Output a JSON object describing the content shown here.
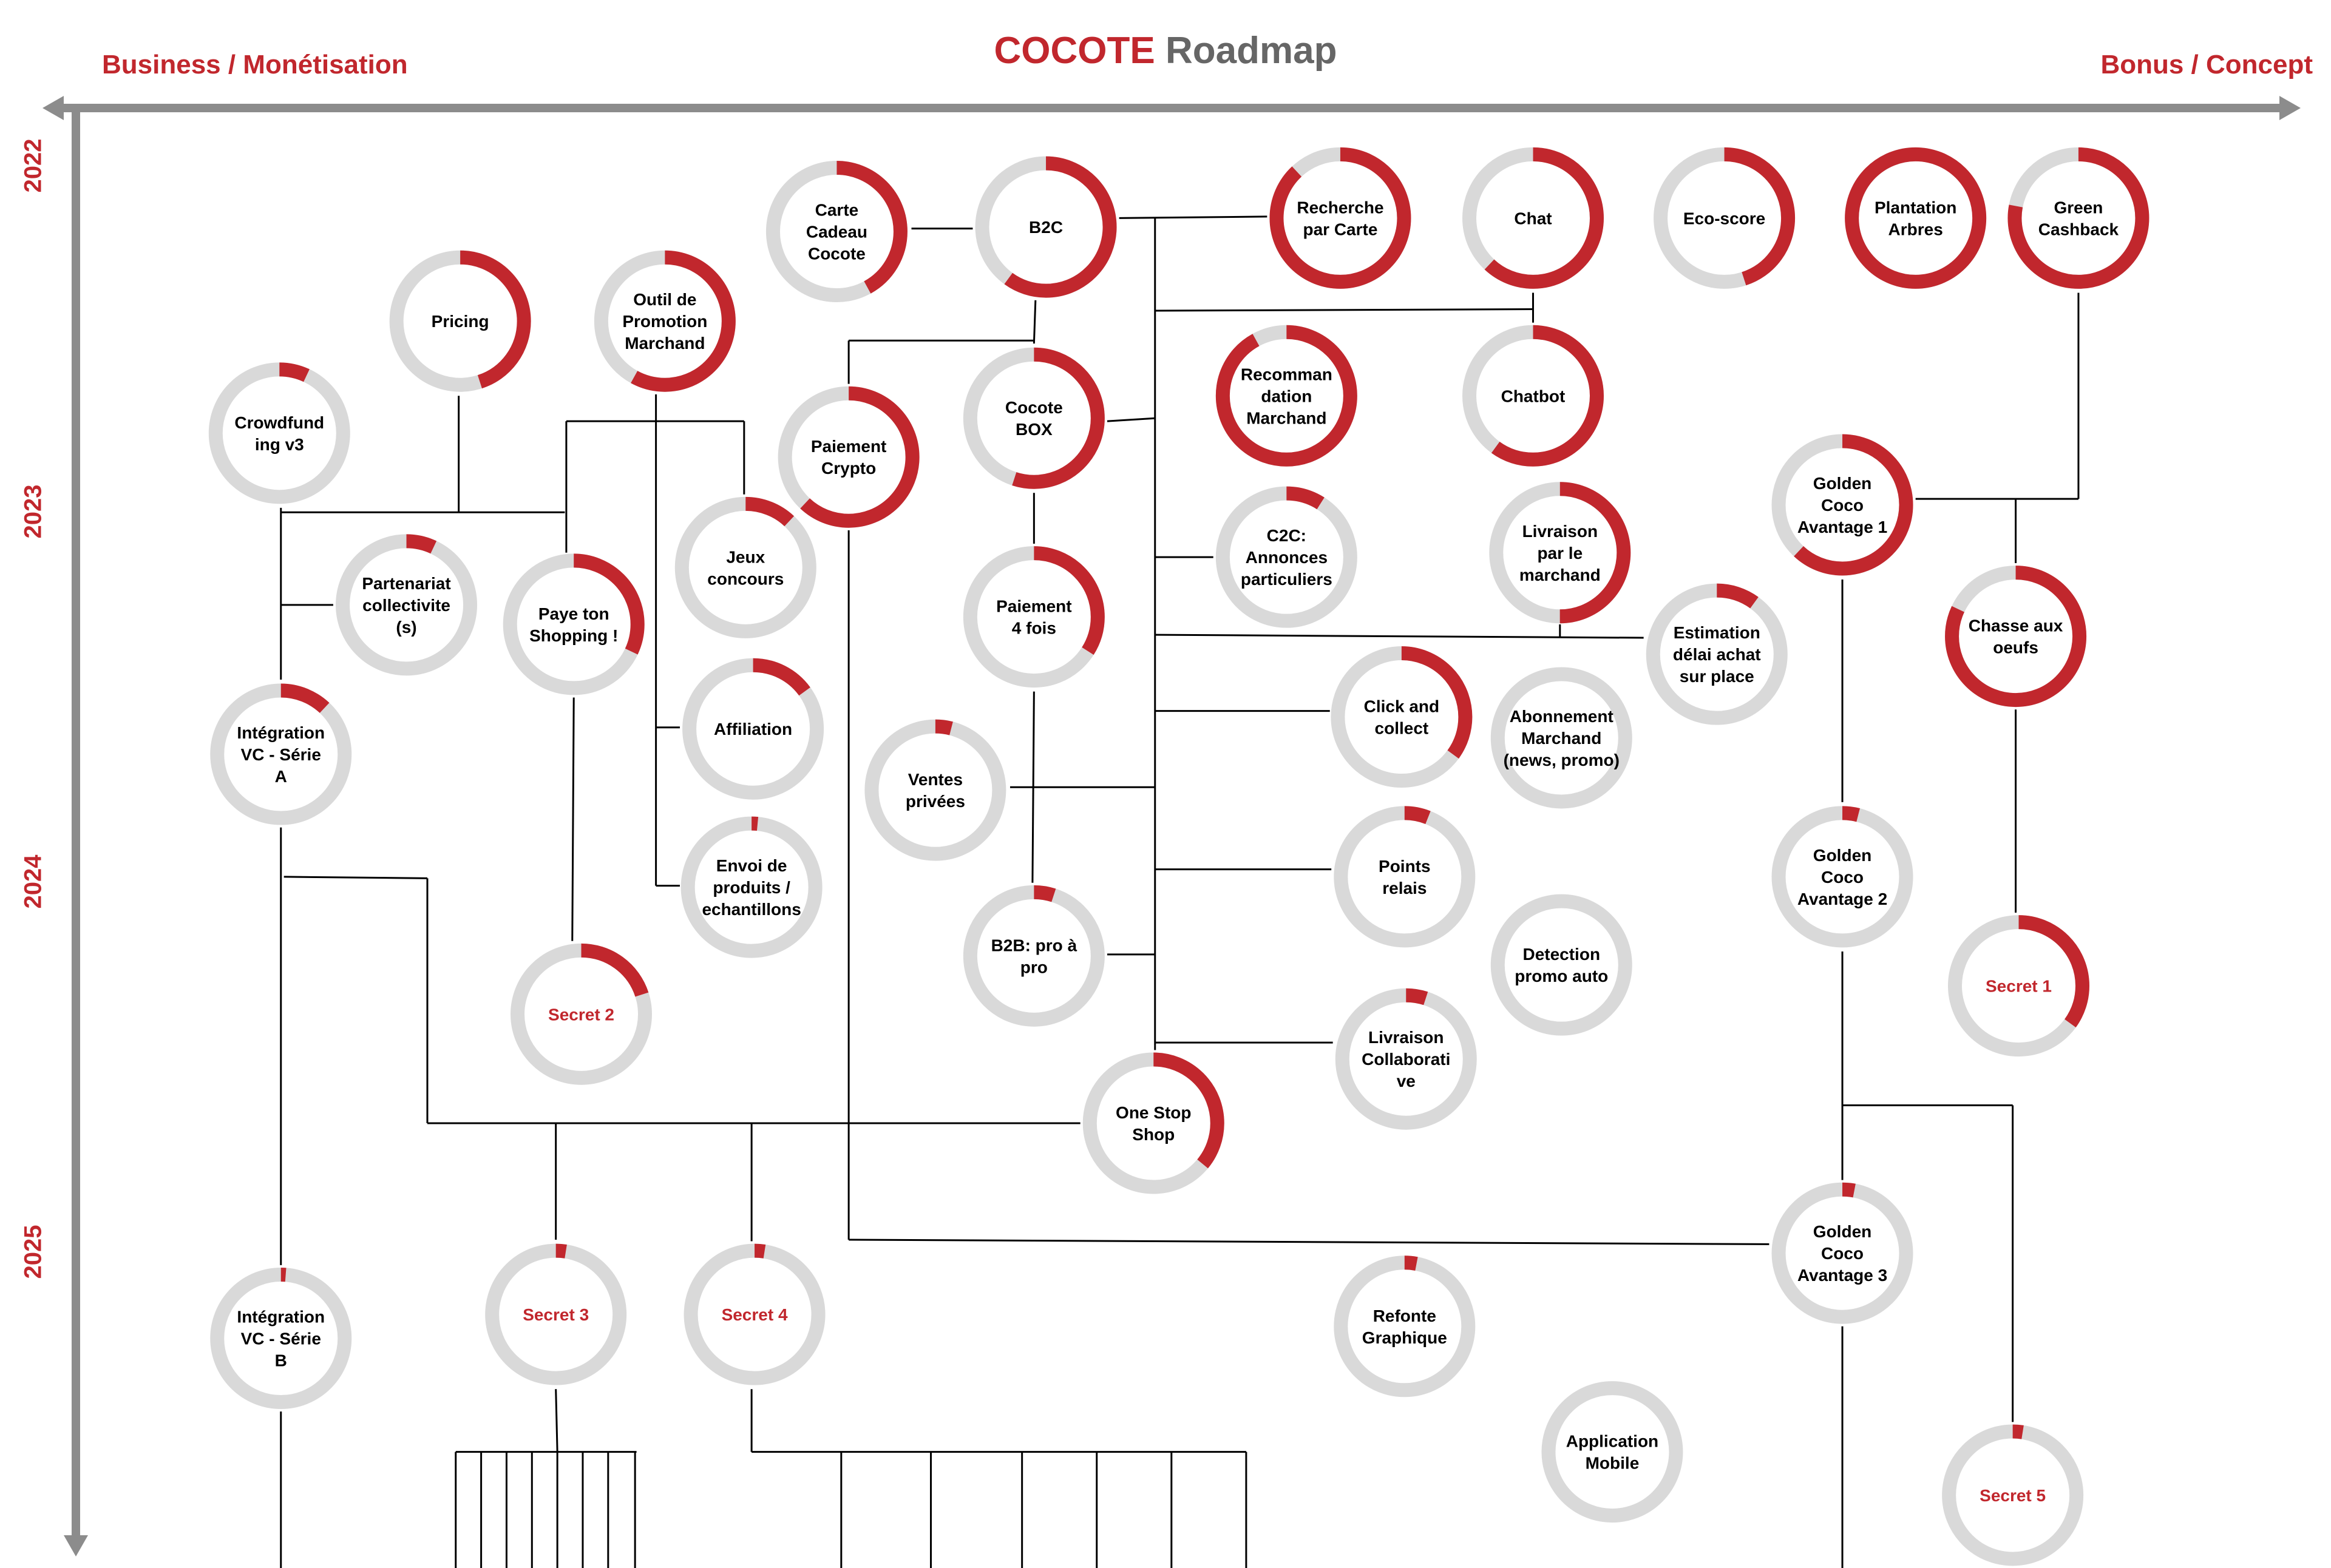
{
  "title": {
    "brand": "COCOTE",
    "rest": "Roadmap"
  },
  "axes": {
    "left_label": "Business / Monétisation",
    "right_label": "Bonus / Concept",
    "years": [
      "2022",
      "2023",
      "2024",
      "2025"
    ]
  },
  "colors": {
    "accent": "#c1272d",
    "track": "#d9d9d9",
    "axis": "#8c8c8c",
    "line": "#000000",
    "text": "#000000"
  },
  "nodes": [
    {
      "id": "carte-cadeau",
      "lines": [
        "Carte",
        "Cadeau",
        "Cocote"
      ],
      "progress": 0.42
    },
    {
      "id": "b2c",
      "lines": [
        "B2C"
      ],
      "progress": 0.6
    },
    {
      "id": "recherche-carte",
      "lines": [
        "Recherche",
        "par Carte"
      ],
      "progress": 0.88
    },
    {
      "id": "chat",
      "lines": [
        "Chat"
      ],
      "progress": 0.62
    },
    {
      "id": "eco-score",
      "lines": [
        "Eco-score"
      ],
      "progress": 0.45
    },
    {
      "id": "plantation-arbres",
      "lines": [
        "Plantation",
        "Arbres"
      ],
      "progress": 1.0
    },
    {
      "id": "green-cashback",
      "lines": [
        "Green",
        "Cashback"
      ],
      "progress": 0.78
    },
    {
      "id": "pricing",
      "lines": [
        "Pricing"
      ],
      "progress": 0.45
    },
    {
      "id": "outil-promotion",
      "lines": [
        "Outil de",
        "Promotion",
        "Marchand"
      ],
      "progress": 0.58
    },
    {
      "id": "crowdfunding",
      "lines": [
        "Crowdfund",
        "ing v3"
      ],
      "progress": 0.07
    },
    {
      "id": "paiement-crypto",
      "lines": [
        "Paiement",
        "Crypto"
      ],
      "progress": 0.62
    },
    {
      "id": "cocote-box",
      "lines": [
        "Cocote",
        "BOX"
      ],
      "progress": 0.55
    },
    {
      "id": "recommandation",
      "lines": [
        "Recomman",
        "dation",
        "Marchand"
      ],
      "progress": 0.92
    },
    {
      "id": "chatbot",
      "lines": [
        "Chatbot"
      ],
      "progress": 0.6
    },
    {
      "id": "golden-coco-1",
      "lines": [
        "Golden",
        "Coco",
        "Avantage 1"
      ],
      "progress": 0.62
    },
    {
      "id": "jeux-concours",
      "lines": [
        "Jeux",
        "concours"
      ],
      "progress": 0.12
    },
    {
      "id": "c2c",
      "lines": [
        "C2C:",
        "Annonces",
        "particuliers"
      ],
      "progress": 0.09
    },
    {
      "id": "livraison-marchand",
      "lines": [
        "Livraison",
        "par le",
        "marchand"
      ],
      "progress": 0.5
    },
    {
      "id": "partenariat",
      "lines": [
        "Partenariat",
        "collectivite",
        "(s)"
      ],
      "progress": 0.07
    },
    {
      "id": "paye-shopping",
      "lines": [
        "Paye ton",
        "Shopping !"
      ],
      "progress": 0.32
    },
    {
      "id": "paiement-4-fois",
      "lines": [
        "Paiement",
        "4 fois"
      ],
      "progress": 0.34
    },
    {
      "id": "estimation-delai",
      "lines": [
        "Estimation",
        "délai achat",
        "sur place"
      ],
      "progress": 0.1
    },
    {
      "id": "chasse-oeufs",
      "lines": [
        "Chasse aux",
        "oeufs"
      ],
      "progress": 0.82
    },
    {
      "id": "affiliation",
      "lines": [
        "Affiliation"
      ],
      "progress": 0.15
    },
    {
      "id": "click-collect",
      "lines": [
        "Click and",
        "collect"
      ],
      "progress": 0.35
    },
    {
      "id": "abonnement",
      "lines": [
        "Abonnement",
        "Marchand",
        "(news, promo)"
      ],
      "progress": 0
    },
    {
      "id": "integration-a",
      "lines": [
        "Intégration",
        "VC - Série",
        "A"
      ],
      "progress": 0.12
    },
    {
      "id": "ventes-privees",
      "lines": [
        "Ventes",
        "privées"
      ],
      "progress": 0.04
    },
    {
      "id": "envoi-produits",
      "lines": [
        "Envoi de",
        "produits /",
        "echantillons"
      ],
      "progress": 0.015
    },
    {
      "id": "points-relais",
      "lines": [
        "Points",
        "relais"
      ],
      "progress": 0.06
    },
    {
      "id": "golden-coco-2",
      "lines": [
        "Golden",
        "Coco",
        "Avantage 2"
      ],
      "progress": 0.04
    },
    {
      "id": "b2b",
      "lines": [
        "B2B: pro à",
        "pro"
      ],
      "progress": 0.05
    },
    {
      "id": "detection-promo",
      "lines": [
        "Detection",
        "promo auto"
      ],
      "progress": 0
    },
    {
      "id": "secret-1",
      "lines": [
        "Secret 1"
      ],
      "progress": 0.35,
      "secret": true
    },
    {
      "id": "secret-2",
      "lines": [
        "Secret 2"
      ],
      "progress": 0.2,
      "secret": true
    },
    {
      "id": "livraison-collab",
      "lines": [
        "Livraison",
        "Collaborati",
        "ve"
      ],
      "progress": 0.05
    },
    {
      "id": "one-stop-shop",
      "lines": [
        "One Stop",
        "Shop"
      ],
      "progress": 0.36
    },
    {
      "id": "golden-coco-3",
      "lines": [
        "Golden",
        "Coco",
        "Avantage 3"
      ],
      "progress": 0.03
    },
    {
      "id": "integration-b",
      "lines": [
        "Intégration",
        "VC - Série",
        "B"
      ],
      "progress": 0.012
    },
    {
      "id": "secret-3",
      "lines": [
        "Secret 3"
      ],
      "progress": 0.025,
      "secret": true
    },
    {
      "id": "secret-4",
      "lines": [
        "Secret 4"
      ],
      "progress": 0.025,
      "secret": true
    },
    {
      "id": "refonte-graphique",
      "lines": [
        "Refonte",
        "Graphique"
      ],
      "progress": 0.03
    },
    {
      "id": "application-mobile",
      "lines": [
        "Application",
        "Mobile"
      ],
      "progress": 0
    },
    {
      "id": "secret-5",
      "lines": [
        "Secret 5"
      ],
      "progress": 0.025,
      "secret": true
    }
  ]
}
